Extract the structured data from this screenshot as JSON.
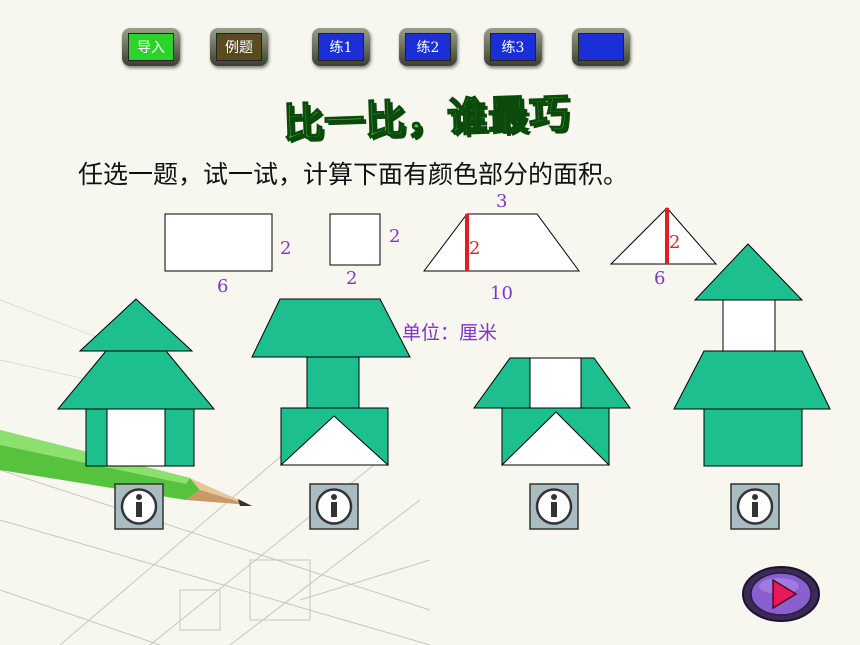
{
  "nav": {
    "buttons": [
      {
        "label": "导入",
        "face": "#2ad42a",
        "text": "#ffffff"
      },
      {
        "label": "例题",
        "face": "#5a4a22",
        "text": "#ffffff"
      },
      {
        "label": "练1",
        "face": "#1a2fd8",
        "text": "#ffffff"
      },
      {
        "label": "练2",
        "face": "#1a2fd8",
        "text": "#ffffff"
      },
      {
        "label": "练3",
        "face": "#1a2fd8",
        "text": "#ffffff"
      },
      {
        "label": "",
        "face": "#1a2fd8",
        "text": "#ffffff"
      }
    ]
  },
  "title": "比一比，谁最巧",
  "instruction": "任选一题，试一试，计算下面有颜色部分的面积。",
  "figures": {
    "rectangle": {
      "height_label": "2",
      "width_label": "6"
    },
    "square": {
      "side_right_label": "2",
      "side_bottom_label": "2"
    },
    "trapezoid": {
      "top_label": "3",
      "height_label": "2",
      "bottom_label": "10"
    },
    "triangle": {
      "height_label": "2",
      "base_label": "6"
    }
  },
  "unit_text": "单位：厘米",
  "colors": {
    "shape_green": "#1ebf8e",
    "label_purple": "#7d36c7",
    "height_red": "#e02020"
  },
  "icons": {
    "info": "info-icon",
    "next": "play-icon"
  }
}
